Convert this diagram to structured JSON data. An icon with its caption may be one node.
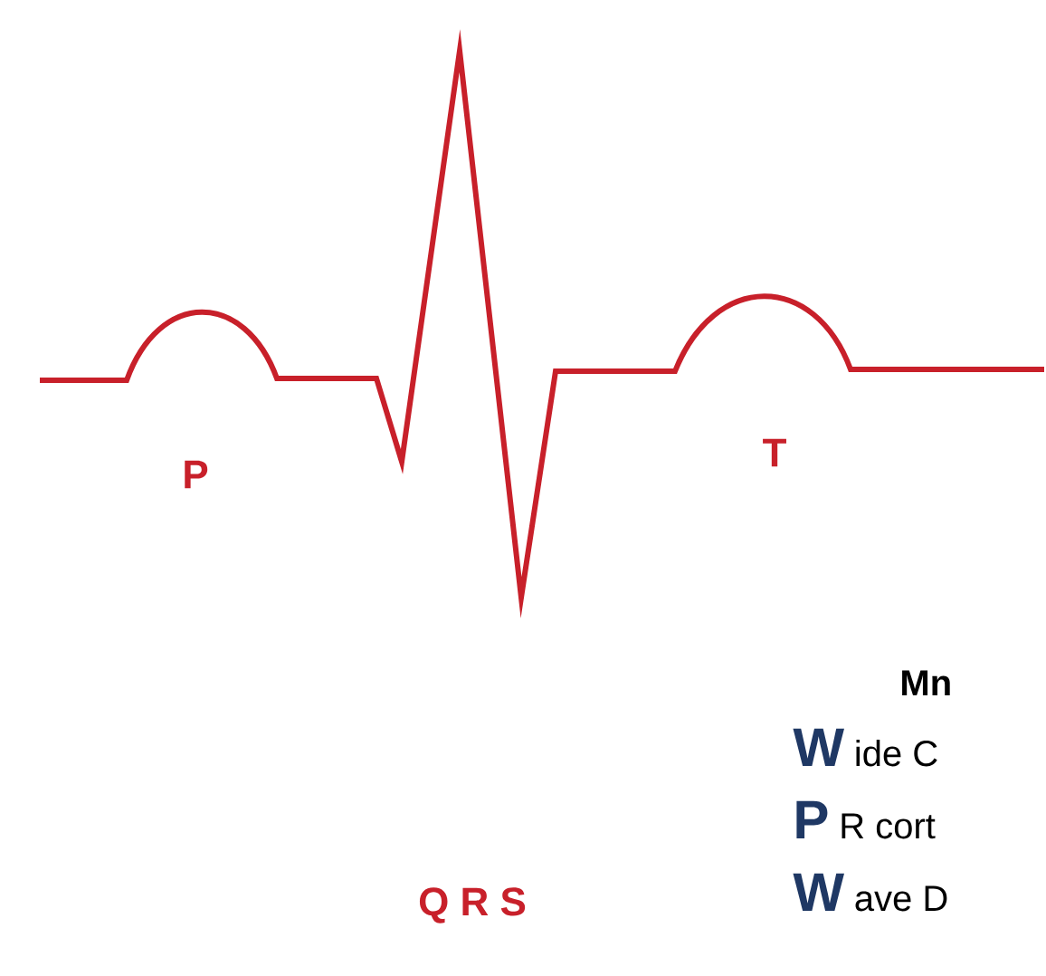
{
  "diagram": {
    "labels": [
      "P",
      "T",
      "Q R S",
      "Mn",
      "W",
      "ide C",
      "P",
      "R cort",
      "W",
      "ave D"
    ]
  }
}
